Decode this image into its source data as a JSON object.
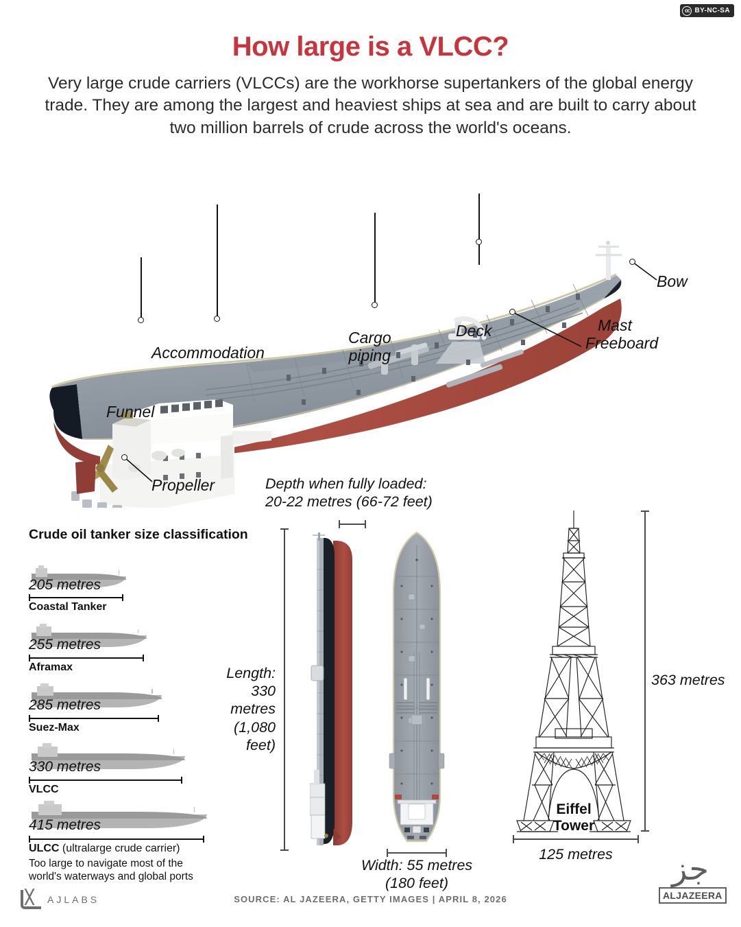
{
  "license_badge": {
    "cc": "cc",
    "terms": "BY-NC-SA"
  },
  "header": {
    "title": "How large is a VLCC?",
    "subtitle": "Very large crude carriers (VLCCs) are the workhorse supertankers of the global energy trade. They are among the largest and heaviest ships at sea and are built to carry about two million barrels of crude across the world's oceans."
  },
  "ship_labels": [
    {
      "key": "funnel",
      "label": "Funnel"
    },
    {
      "key": "accommodation",
      "label": "Accommodation"
    },
    {
      "key": "cargo_piping",
      "label": "Cargo\npiping"
    },
    {
      "key": "deck",
      "label": "Deck"
    },
    {
      "key": "mast",
      "label": "Mast"
    },
    {
      "key": "bow",
      "label": "Bow"
    },
    {
      "key": "freeboard",
      "label": "Freeboard"
    },
    {
      "key": "propeller",
      "label": "Propeller"
    }
  ],
  "classification": {
    "heading": "Crude oil tanker\nsize classification",
    "rows": [
      {
        "metres": "205 metres",
        "name": "Coastal Tanker",
        "note": "",
        "sub": ""
      },
      {
        "metres": "255 metres",
        "name": "Aframax",
        "note": "",
        "sub": ""
      },
      {
        "metres": "285 metres",
        "name": "Suez-Max",
        "note": "",
        "sub": ""
      },
      {
        "metres": "330 metres",
        "name": "VLCC",
        "note": "",
        "sub": ""
      },
      {
        "metres": "415 metres",
        "name": "ULCC",
        "note": " (ultralarge crude carrier)",
        "sub": "Too large to navigate most of the\nworld's waterways and global ports"
      }
    ]
  },
  "measurements": {
    "depth": "Depth when fully loaded:\n20-22 metres (66-72 feet)",
    "length": "Length:\n330 metres\n(1,080 feet)",
    "width": "Width: 55 metres\n(180 feet)",
    "eiffel_height": "363 metres",
    "eiffel_width": "125 metres",
    "eiffel_name": "Eiffel\nTower"
  },
  "footer": {
    "ajlabs": "AJLABS",
    "source": "SOURCE:  AL JAZEERA, GETTY IMAGES  |  APRIL 8, 2026",
    "brand": "ALJAZEERA"
  },
  "chart_data": {
    "type": "bar",
    "title": "Crude oil tanker size classification",
    "categories": [
      "Coastal Tanker",
      "Aframax",
      "Suez-Max",
      "VLCC",
      "ULCC"
    ],
    "values": [
      205,
      255,
      285,
      330,
      415
    ],
    "unit": "metres",
    "xlabel": "",
    "ylabel": "Length (metres)",
    "comparisons": [
      {
        "name": "VLCC length",
        "value": 330,
        "unit": "metres",
        "alt": "1,080 feet"
      },
      {
        "name": "VLCC width",
        "value": 55,
        "unit": "metres",
        "alt": "180 feet"
      },
      {
        "name": "VLCC depth fully loaded",
        "value": "20-22",
        "unit": "metres",
        "alt": "66-72 feet"
      },
      {
        "name": "Eiffel Tower height",
        "value": 363,
        "unit": "metres"
      },
      {
        "name": "Eiffel Tower base width",
        "value": 125,
        "unit": "metres"
      }
    ]
  },
  "colors": {
    "title_red": "#c8343c",
    "hull_dark": "#1e2530",
    "hull_red": "#a94b40",
    "deck_gray": "#98a0a8",
    "superstructure": "#f2f2f0"
  }
}
